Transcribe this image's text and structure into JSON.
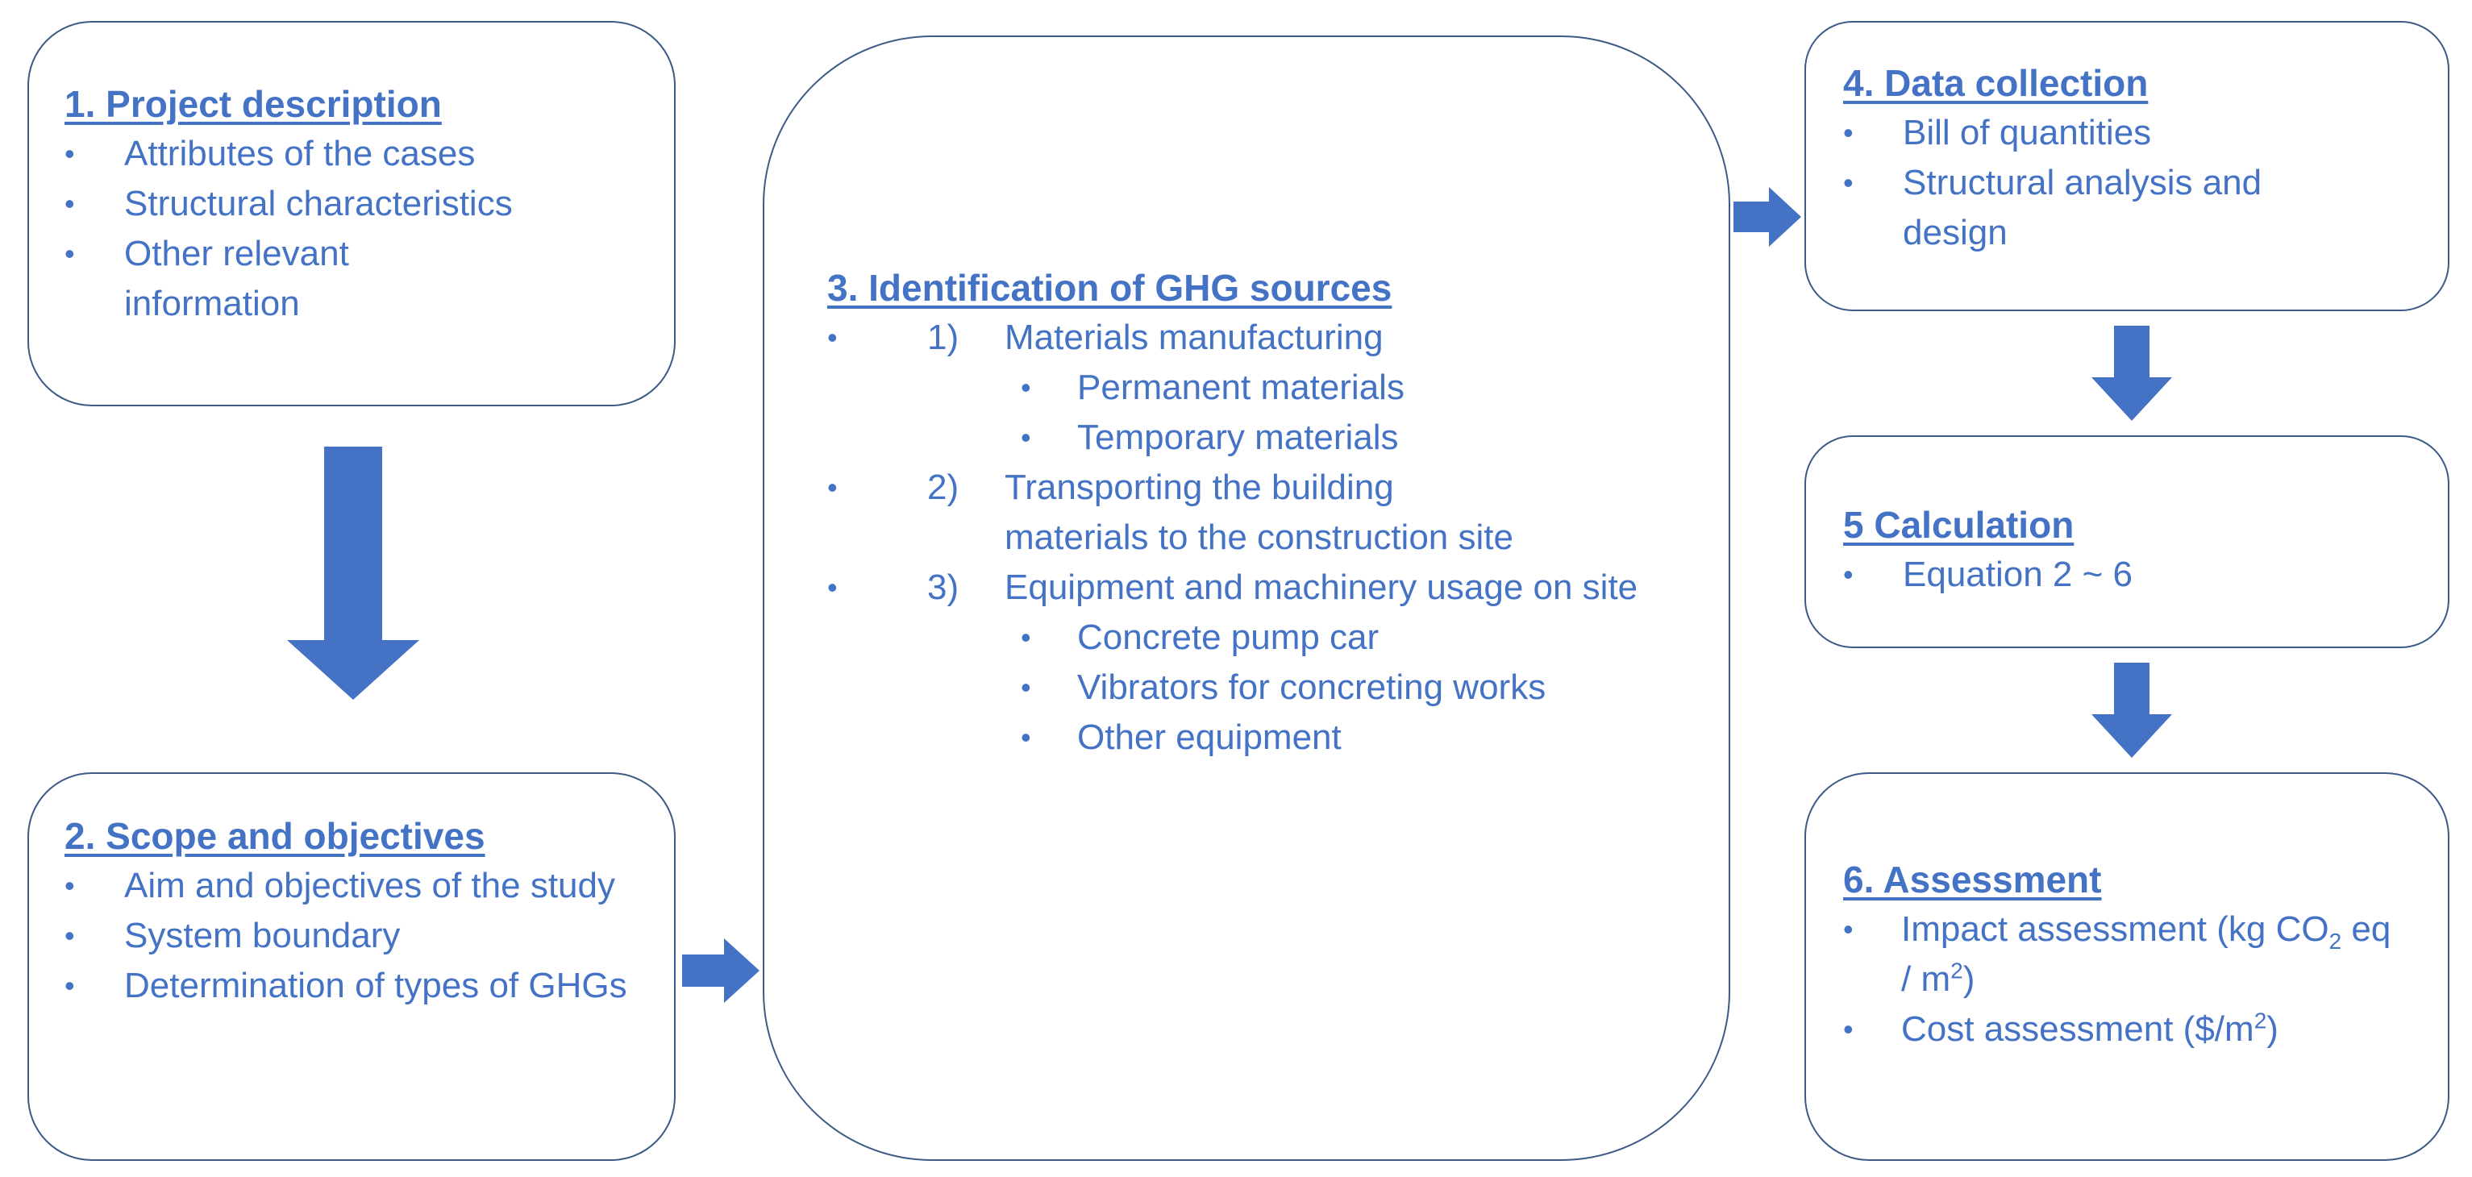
{
  "box1": {
    "title": "1. Project description",
    "items": [
      "Attributes of the cases",
      "Structural characteristics",
      "Other relevant information"
    ]
  },
  "box2": {
    "title": "2. Scope and objectives",
    "items": [
      "Aim and objectives of the study",
      "System boundary",
      "Determination of types of GHGs"
    ]
  },
  "box3": {
    "title": "3. Identification of GHG sources",
    "steps": [
      {
        "num": "1)",
        "label": "Materials manufacturing",
        "sub": [
          "Permanent materials",
          "Temporary materials"
        ]
      },
      {
        "num": "2)",
        "label": "Transporting the building materials to the construction site",
        "sub": []
      },
      {
        "num": "3)",
        "label": "Equipment and machinery usage on site",
        "sub": [
          "Concrete pump car",
          "Vibrators for concreting works",
          "Other equipment"
        ]
      }
    ]
  },
  "box4": {
    "title": "4. Data collection",
    "items": [
      "Bill of quantities",
      "Structural analysis and design"
    ]
  },
  "box5": {
    "title": "5 Calculation",
    "items": [
      "Equation 2 ~ 6"
    ]
  },
  "box6": {
    "title": "6. Assessment",
    "item1_prefix": "Impact assessment (kg CO",
    "item1_sub": "2",
    "item1_mid": " eq / m",
    "item1_sup": "2",
    "item1_suffix": ")",
    "item2_prefix": "Cost assessment ($/m",
    "item2_sup": "2",
    "item2_suffix": ")"
  },
  "colors": {
    "text": "#4472C4",
    "arrow": "#4472C4",
    "border": "#3C5A86"
  }
}
